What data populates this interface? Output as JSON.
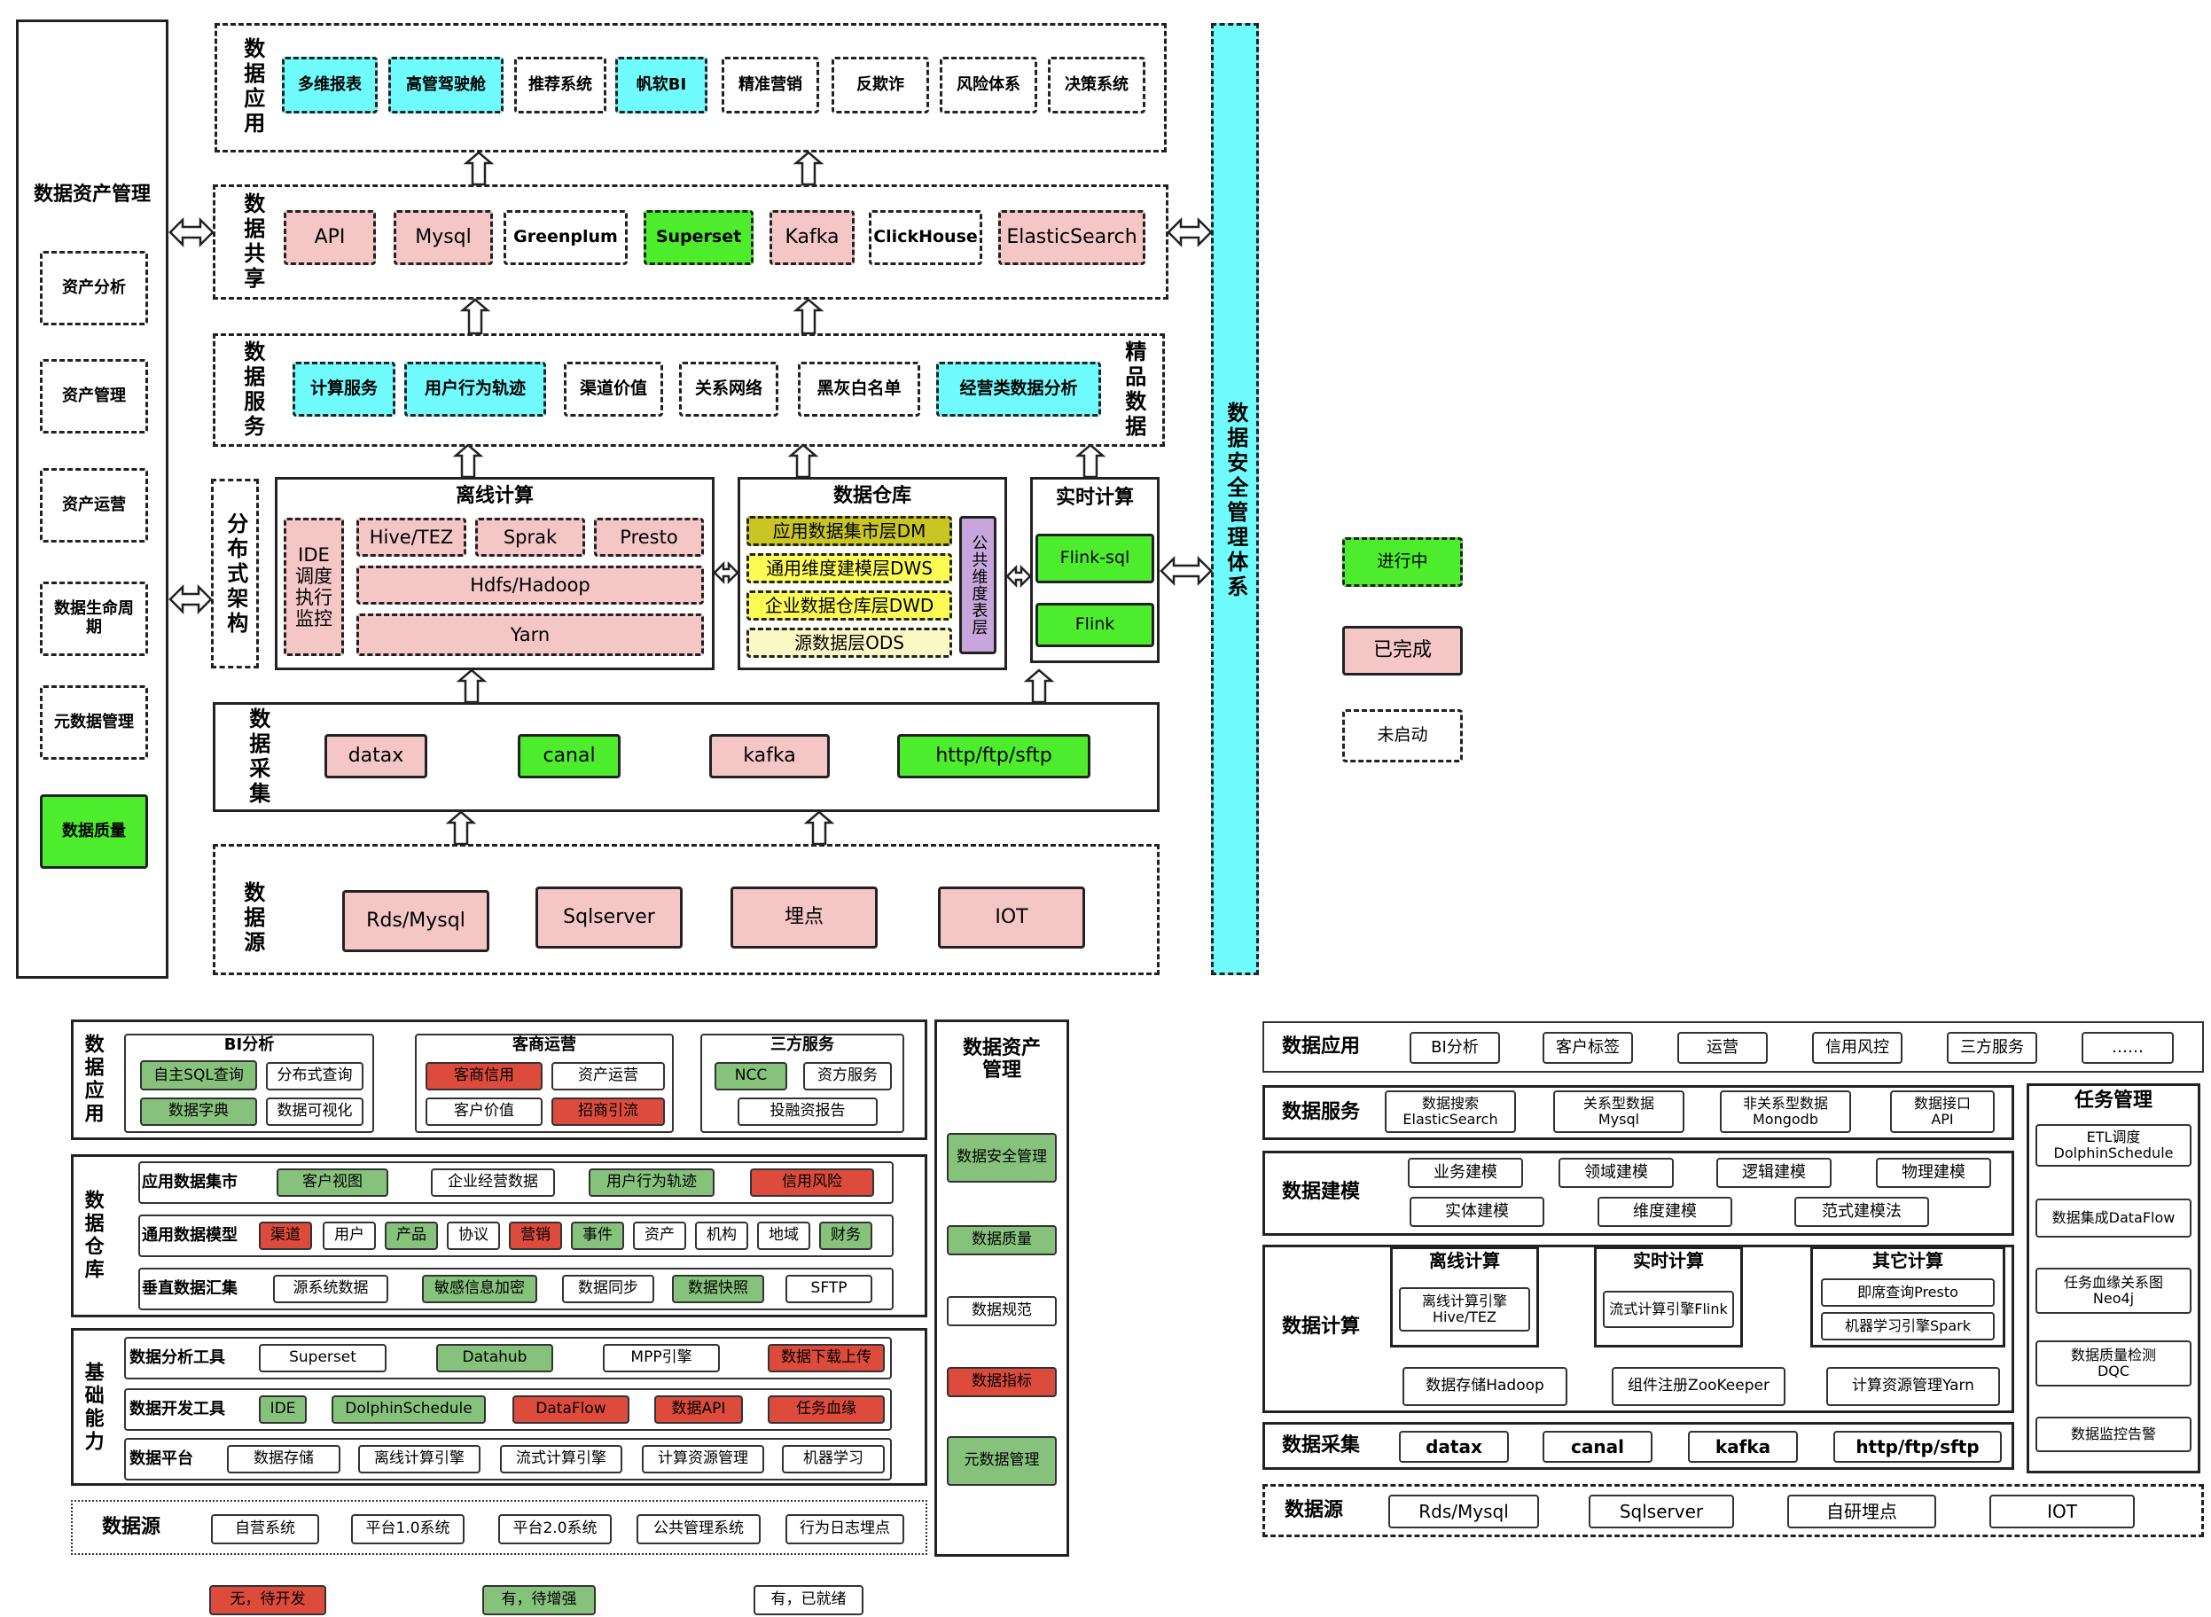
{
  "top": {
    "asset_mgmt": {
      "title": "数据资产管理",
      "items": [
        "资产分析",
        "资产管理",
        "资产运营",
        "数据生命周期",
        "元数据管理",
        "数据质量"
      ]
    },
    "app": {
      "label": "数据应用",
      "items": [
        "多维报表",
        "高管驾驶舱",
        "推荐系统",
        "帆软BI",
        "精准营销",
        "反欺诈",
        "风险体系",
        "决策系统"
      ]
    },
    "share": {
      "label": "数据共享",
      "items": [
        "API",
        "Mysql",
        "Greenplum",
        "Superset",
        "Kafka",
        "ClickHouse",
        "ElasticSearch"
      ]
    },
    "service": {
      "label": "数据服务",
      "items": [
        "计算服务",
        "用户行为轨迹",
        "渠道价值",
        "关系网络",
        "黑灰白名单",
        "经营类数据分析"
      ],
      "right_label": "精品数据"
    },
    "distributed": {
      "label": "分布式架构"
    },
    "offline": {
      "title": "离线计算",
      "ide": "IDE调度执行监控",
      "engines": [
        "Hive/TEZ",
        "Sprak",
        "Presto"
      ],
      "hdfs": "Hdfs/Hadoop",
      "yarn": "Yarn"
    },
    "warehouse": {
      "title": "数据仓库",
      "layers": [
        "应用数据集市层DM",
        "通用维度建模层DWS",
        "企业数据仓库层DWD",
        "源数据层ODS"
      ],
      "public": "公共维度表层"
    },
    "realtime": {
      "title": "实时计算",
      "items": [
        "Flink-sql",
        "Flink"
      ]
    },
    "collect": {
      "label": "数据采集",
      "items": [
        "datax",
        "canal",
        "kafka",
        "http/ftp/sftp"
      ]
    },
    "source": {
      "label": "数据源",
      "items": [
        "Rds/Mysql",
        "Sqlserver",
        "埋点",
        "IOT"
      ]
    },
    "security": {
      "label": "数据安全管理体系"
    }
  },
  "legend_top": [
    "进行中",
    "已完成",
    "未启动"
  ],
  "bottom_left": {
    "app": {
      "label": "数据应用",
      "groups": [
        {
          "title": "BI分析",
          "items": [
            "自主SQL查询",
            "分布式查询",
            "数据字典",
            "数据可视化"
          ]
        },
        {
          "title": "客商运营",
          "items": [
            "客商信用",
            "资产运营",
            "客户价值",
            "招商引流"
          ]
        },
        {
          "title": "三方服务",
          "items": [
            "NCC",
            "资方服务",
            "投融资报告"
          ]
        }
      ]
    },
    "dw": {
      "label": "数据仓库",
      "rows": [
        {
          "title": "应用数据集市",
          "items": [
            "客户视图",
            "企业经营数据",
            "用户行为轨迹",
            "信用风险"
          ]
        },
        {
          "title": "通用数据模型",
          "items": [
            "渠道",
            "用户",
            "产品",
            "协议",
            "营销",
            "事件",
            "资产",
            "机构",
            "地域",
            "财务"
          ]
        },
        {
          "title": "垂直数据汇集",
          "items": [
            "源系统数据",
            "敏感信息加密",
            "数据同步",
            "数据快照",
            "SFTP"
          ]
        }
      ]
    },
    "base": {
      "label": "基础能力",
      "rows": [
        {
          "title": "数据分析工具",
          "items": [
            "Superset",
            "Datahub",
            "MPP引擎",
            "数据下载上传"
          ]
        },
        {
          "title": "数据开发工具",
          "items": [
            "IDE",
            "DolphinSchedule",
            "DataFlow",
            "数据API",
            "任务血缘"
          ]
        },
        {
          "title": "数据平台",
          "items": [
            "数据存储",
            "离线计算引擎",
            "流式计算引擎",
            "计算资源管理",
            "机器学习"
          ]
        }
      ]
    },
    "source": {
      "label": "数据源",
      "items": [
        "自营系统",
        "平台1.0系统",
        "平台2.0系统",
        "公共管理系统",
        "行为日志埋点"
      ]
    },
    "asset": {
      "title": "数据资产管理",
      "items": [
        "数据安全管理",
        "数据质量",
        "数据规范",
        "数据指标",
        "元数据管理"
      ]
    },
    "legend": [
      "无，待开发",
      "有，待增强",
      "有，已就绪"
    ]
  },
  "bottom_right": {
    "app": {
      "label": "数据应用",
      "items": [
        "BI分析",
        "客户标签",
        "运营",
        "信用风控",
        "三方服务",
        "……"
      ]
    },
    "service": {
      "label": "数据服务",
      "items": [
        "数据搜索\nElasticSearch",
        "关系型数据\nMysql",
        "非关系型数据\nMongodb",
        "数据接口\nAPI"
      ]
    },
    "modeling": {
      "label": "数据建模",
      "items": [
        "业务建模",
        "领域建模",
        "逻辑建模",
        "物理建模",
        "实体建模",
        "维度建模",
        "范式建模法"
      ]
    },
    "compute": {
      "label": "数据计算",
      "offline": {
        "title": "离线计算",
        "items": [
          "离线计算引擎\nHive/TEZ"
        ]
      },
      "realtime": {
        "title": "实时计算",
        "items": [
          "流式计算引擎Flink"
        ]
      },
      "other": {
        "title": "其它计算",
        "items": [
          "即席查询Presto",
          "机器学习引擎Spark"
        ]
      },
      "bottom": [
        "数据存储Hadoop",
        "组件注册ZooKeeper",
        "计算资源管理Yarn"
      ]
    },
    "collect": {
      "label": "数据采集",
      "items": [
        "datax",
        "canal",
        "kafka",
        "http/ftp/sftp"
      ]
    },
    "source": {
      "label": "数据源",
      "items": [
        "Rds/Mysql",
        "Sqlserver",
        "自研埋点",
        "IOT"
      ]
    },
    "task": {
      "title": "任务管理",
      "items": [
        "ETL调度\nDolphinSchedule",
        "数据集成DataFlow",
        "任务血缘关系图\nNeo4j",
        "数据质量检测\nDQC",
        "数据监控告警"
      ]
    }
  }
}
